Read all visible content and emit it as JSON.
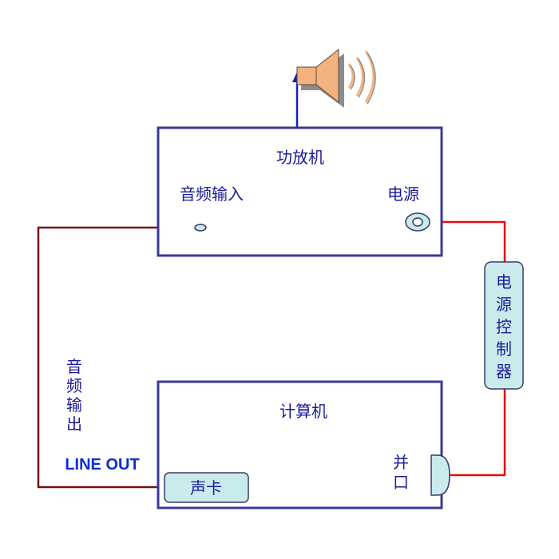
{
  "amplifier": {
    "title": "功放机",
    "audio_input_label": "音频输入",
    "power_label": "电源"
  },
  "computer": {
    "title": "计算机",
    "sound_card_label": "声卡",
    "parallel_port_label": [
      "并",
      "口"
    ]
  },
  "audio_output": {
    "vertical_label": [
      "音",
      "频",
      "输",
      "出"
    ],
    "line_out_label": "LINE OUT"
  },
  "power_controller": {
    "label": [
      "电",
      "源",
      "控",
      "制",
      "器"
    ]
  },
  "colors": {
    "box_border": "#3a3a96",
    "audio_wire": "#7a1010",
    "power_wire": "#e01010",
    "component_fill": "#c9ebeb",
    "speaker_fill": "#f4b27e",
    "arrow": "#1020c0"
  },
  "icons": {
    "speaker": "speaker-icon",
    "socket": "power-socket-icon",
    "jack": "audio-jack-icon"
  }
}
